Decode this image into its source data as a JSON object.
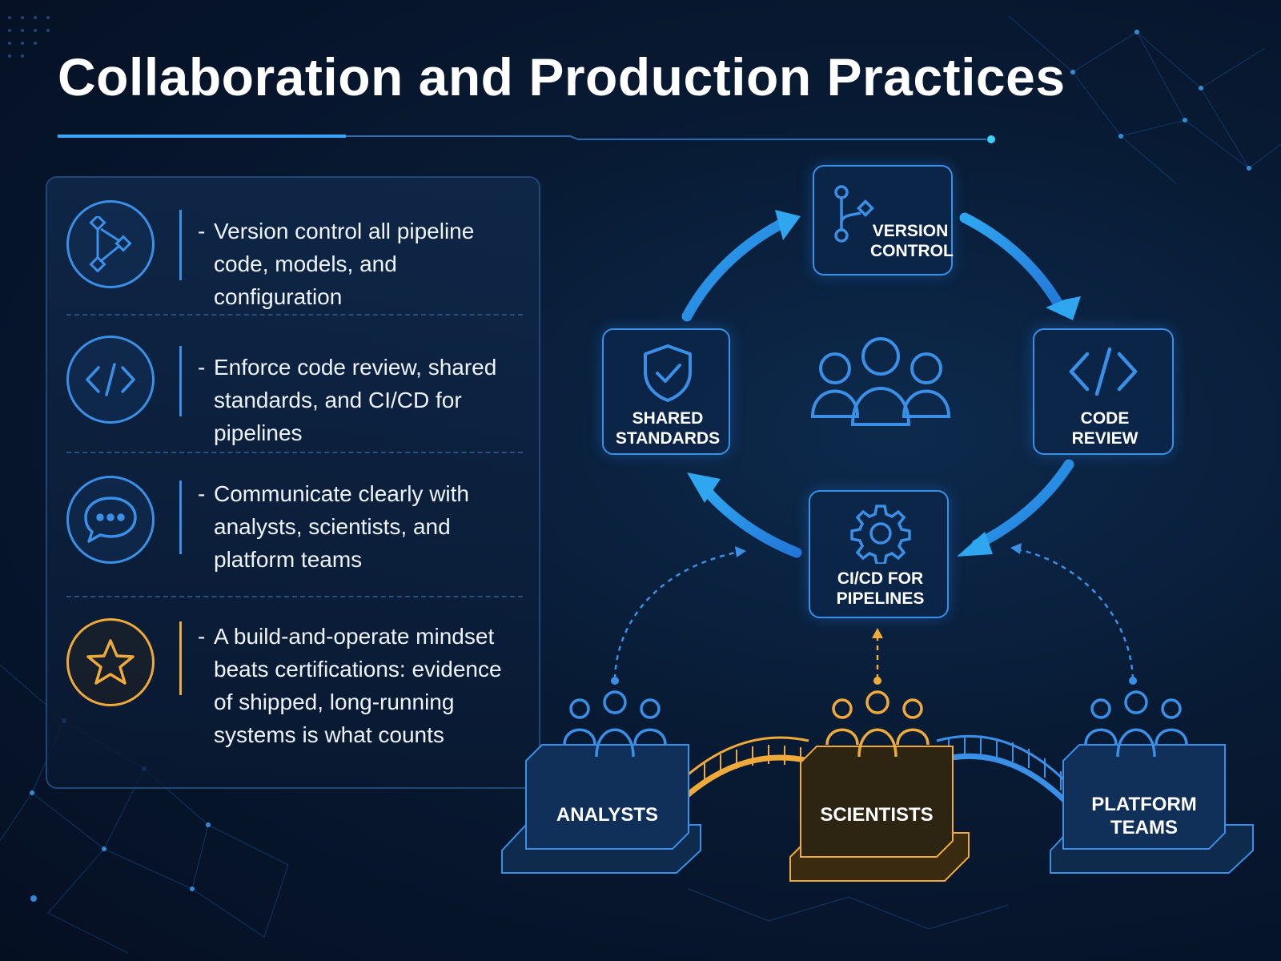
{
  "title": "Collaboration and Production Practices",
  "colors": {
    "accent_blue": "#3a8fe6",
    "accent_gold": "#f0aa3a",
    "background": "#081a33"
  },
  "bullets": [
    {
      "icon": "git-branch-icon",
      "text": "Version control all pipeline code, models, and configuration"
    },
    {
      "icon": "code-icon",
      "text": "Enforce code review, shared standards, and CI/CD for pipelines"
    },
    {
      "icon": "chat-bubble-icon",
      "text": "Communicate clearly with analysts, scientists, and platform teams"
    },
    {
      "icon": "star-icon",
      "text": "A build-and-operate mindset beats certifications: evidence of shipped, long-running systems is what counts"
    }
  ],
  "cycle": {
    "version_control": "VERSION\nCONTROL",
    "code_review": "CODE\nREVIEW",
    "cicd": "CI/CD FOR\nPIPELINES",
    "shared_standards": "SHARED\nSTANDARDS",
    "center_icon": "team-icon"
  },
  "teams": {
    "analysts": "ANALYSTS",
    "scientists": "SCIENTISTS",
    "platform": "PLATFORM\nTEAMS"
  }
}
